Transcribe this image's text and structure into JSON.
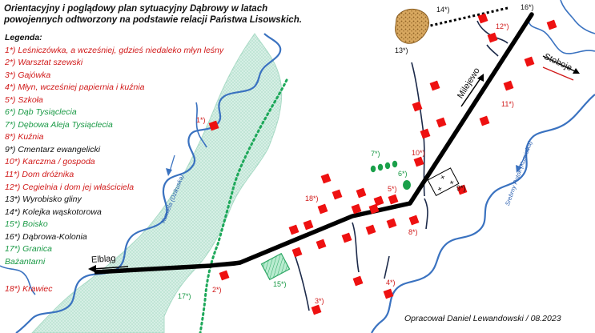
{
  "title": "Orientacyjny i poglądowy plan sytuacyjny Dąbrowy w latach powojennych odtworzony na podstawie relacji Państwa Lisowskich.",
  "legend": {
    "heading": "Legenda:",
    "items": [
      {
        "text": "1*) Leśniczówka, a wcześniej, gdzieś niedaleko młyn leśny",
        "color": "red"
      },
      {
        "text": "2*) Warsztat szewski",
        "color": "red"
      },
      {
        "text": "3*) Gajówka",
        "color": "red"
      },
      {
        "text": "4*) Młyn, wcześniej papiernia i kuźnia",
        "color": "red"
      },
      {
        "text": "5*) Szkoła",
        "color": "red"
      },
      {
        "text": "6*) Dąb Tysiąclecia",
        "color": "green"
      },
      {
        "text": "7*) Dębowa Aleja Tysiąclecia",
        "color": "green"
      },
      {
        "text": "8*) Kuźnia",
        "color": "red"
      },
      {
        "text": "9*) Cmentarz ewangelicki",
        "color": "black"
      },
      {
        "text": "10*) Karczma / gospoda",
        "color": "red"
      },
      {
        "text": "11*) Dom dróżnika",
        "color": "red"
      },
      {
        "text": "12*) Cegielnia i dom jej właściciela",
        "color": "red"
      },
      {
        "text": "13*) Wyrobisko gliny",
        "color": "black"
      },
      {
        "text": "14*) Kolejka wąskotorowa",
        "color": "black"
      },
      {
        "text": "15*) Boisko",
        "color": "green"
      },
      {
        "text": "16*) Dąbrowa-Kolonia",
        "color": "black"
      },
      {
        "text": "17*) Granica Bażantarni",
        "color": "green"
      },
      {
        "text": "18*) Krawiec",
        "color": "red"
      }
    ]
  },
  "labels": {
    "l1": "1*)",
    "l2": "2*)",
    "l3": "3*)",
    "l4": "4*)",
    "l5": "5*)",
    "l6": "6*)",
    "l7": "7*)",
    "l8": "8*)",
    "l9": "9*)",
    "l10": "10*)",
    "l11": "11*)",
    "l12": "12*)",
    "l13": "13*)",
    "l14": "14*)",
    "l15": "15*)",
    "l16": "16*)",
    "l17": "17*)",
    "l18": "18*)"
  },
  "roads": {
    "elblag": "Elbląg",
    "milejewo": "Milejewo",
    "stoboje": "Stoboje"
  },
  "rivers": {
    "kumiela": "Kumiela (Dzikuska)",
    "srebrny": "Srebrny Potok (Kumielka)"
  },
  "footer": "Opracował Daniel Lewandowski / 08.2023",
  "colors": {
    "building": "#ee1111",
    "river": "#3a72c0",
    "forest": "#b8e2d2",
    "forest_border": "#1ea85a",
    "road": "#000000",
    "clay_pit": "#c89a55",
    "pitch": "#9be0b8"
  }
}
